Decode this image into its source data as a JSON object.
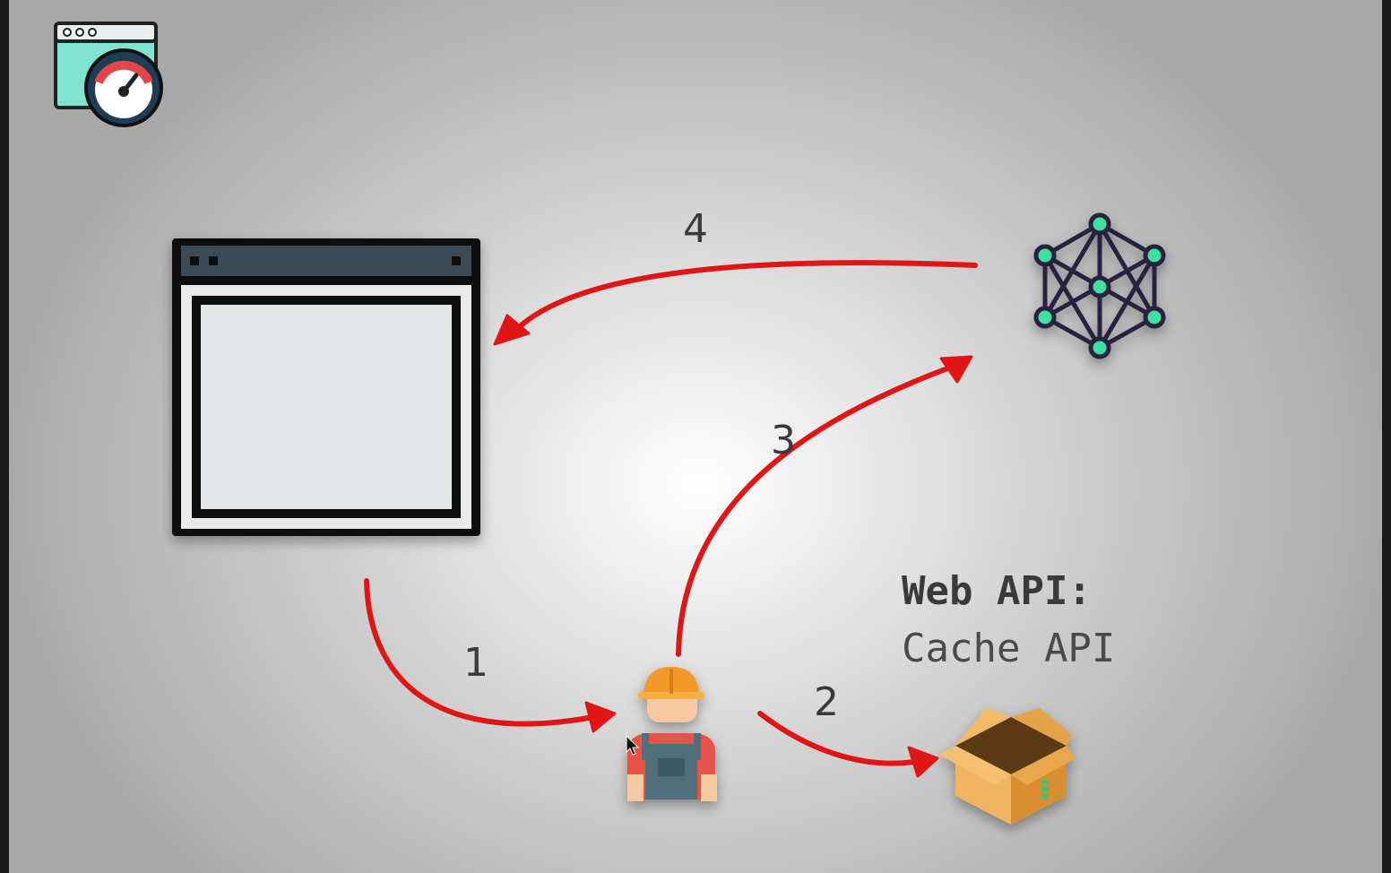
{
  "steps": {
    "one": "1",
    "two": "2",
    "three": "3",
    "four": "4"
  },
  "caption": {
    "heading": "Web API:",
    "name": "Cache API"
  },
  "icons": {
    "corner_logo": "browser-speedometer-icon",
    "browser": "browser-window-icon",
    "worker": "service-worker-icon",
    "network": "network-graph-icon",
    "cache": "open-box-icon"
  },
  "colors": {
    "arrow": "#e01616",
    "text": "#3a3a3a",
    "window_frame": "#111111",
    "window_titlebar": "#3d4b57",
    "network_node": "#3fe0a0",
    "network_line": "#25213f",
    "box": "#e4a24a"
  }
}
